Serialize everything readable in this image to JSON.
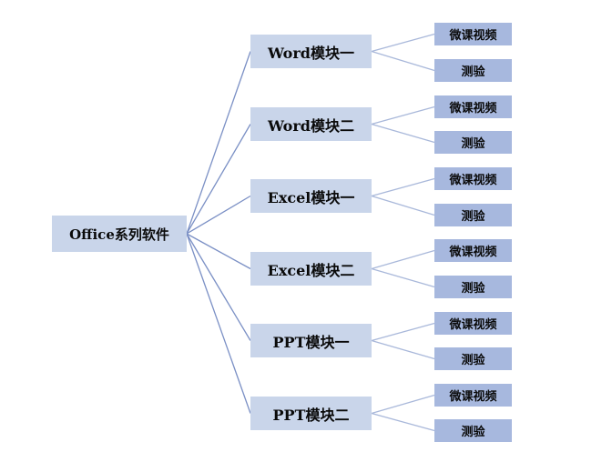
{
  "colors": {
    "root_fill": "#c9d5ea",
    "module_fill": "#c9d5ea",
    "leaf_fill": "#a7b8de",
    "root_edge": "#7b90c5",
    "leaf_edge": "#a9b8da"
  },
  "root": {
    "label": "Office系列软件"
  },
  "modules": [
    {
      "label": "Word模块一",
      "children": [
        {
          "label": "微课视频"
        },
        {
          "label": "测验"
        }
      ]
    },
    {
      "label": "Word模块二",
      "children": [
        {
          "label": "微课视频"
        },
        {
          "label": "测验"
        }
      ]
    },
    {
      "label": "Excel模块一",
      "children": [
        {
          "label": "微课视频"
        },
        {
          "label": "测验"
        }
      ]
    },
    {
      "label": "Excel模块二",
      "children": [
        {
          "label": "微课视频"
        },
        {
          "label": "测验"
        }
      ]
    },
    {
      "label": "PPT模块一",
      "children": [
        {
          "label": "微课视频"
        },
        {
          "label": "测验"
        }
      ]
    },
    {
      "label": "PPT模块二",
      "children": [
        {
          "label": "微课视频"
        },
        {
          "label": "测验"
        }
      ]
    }
  ]
}
